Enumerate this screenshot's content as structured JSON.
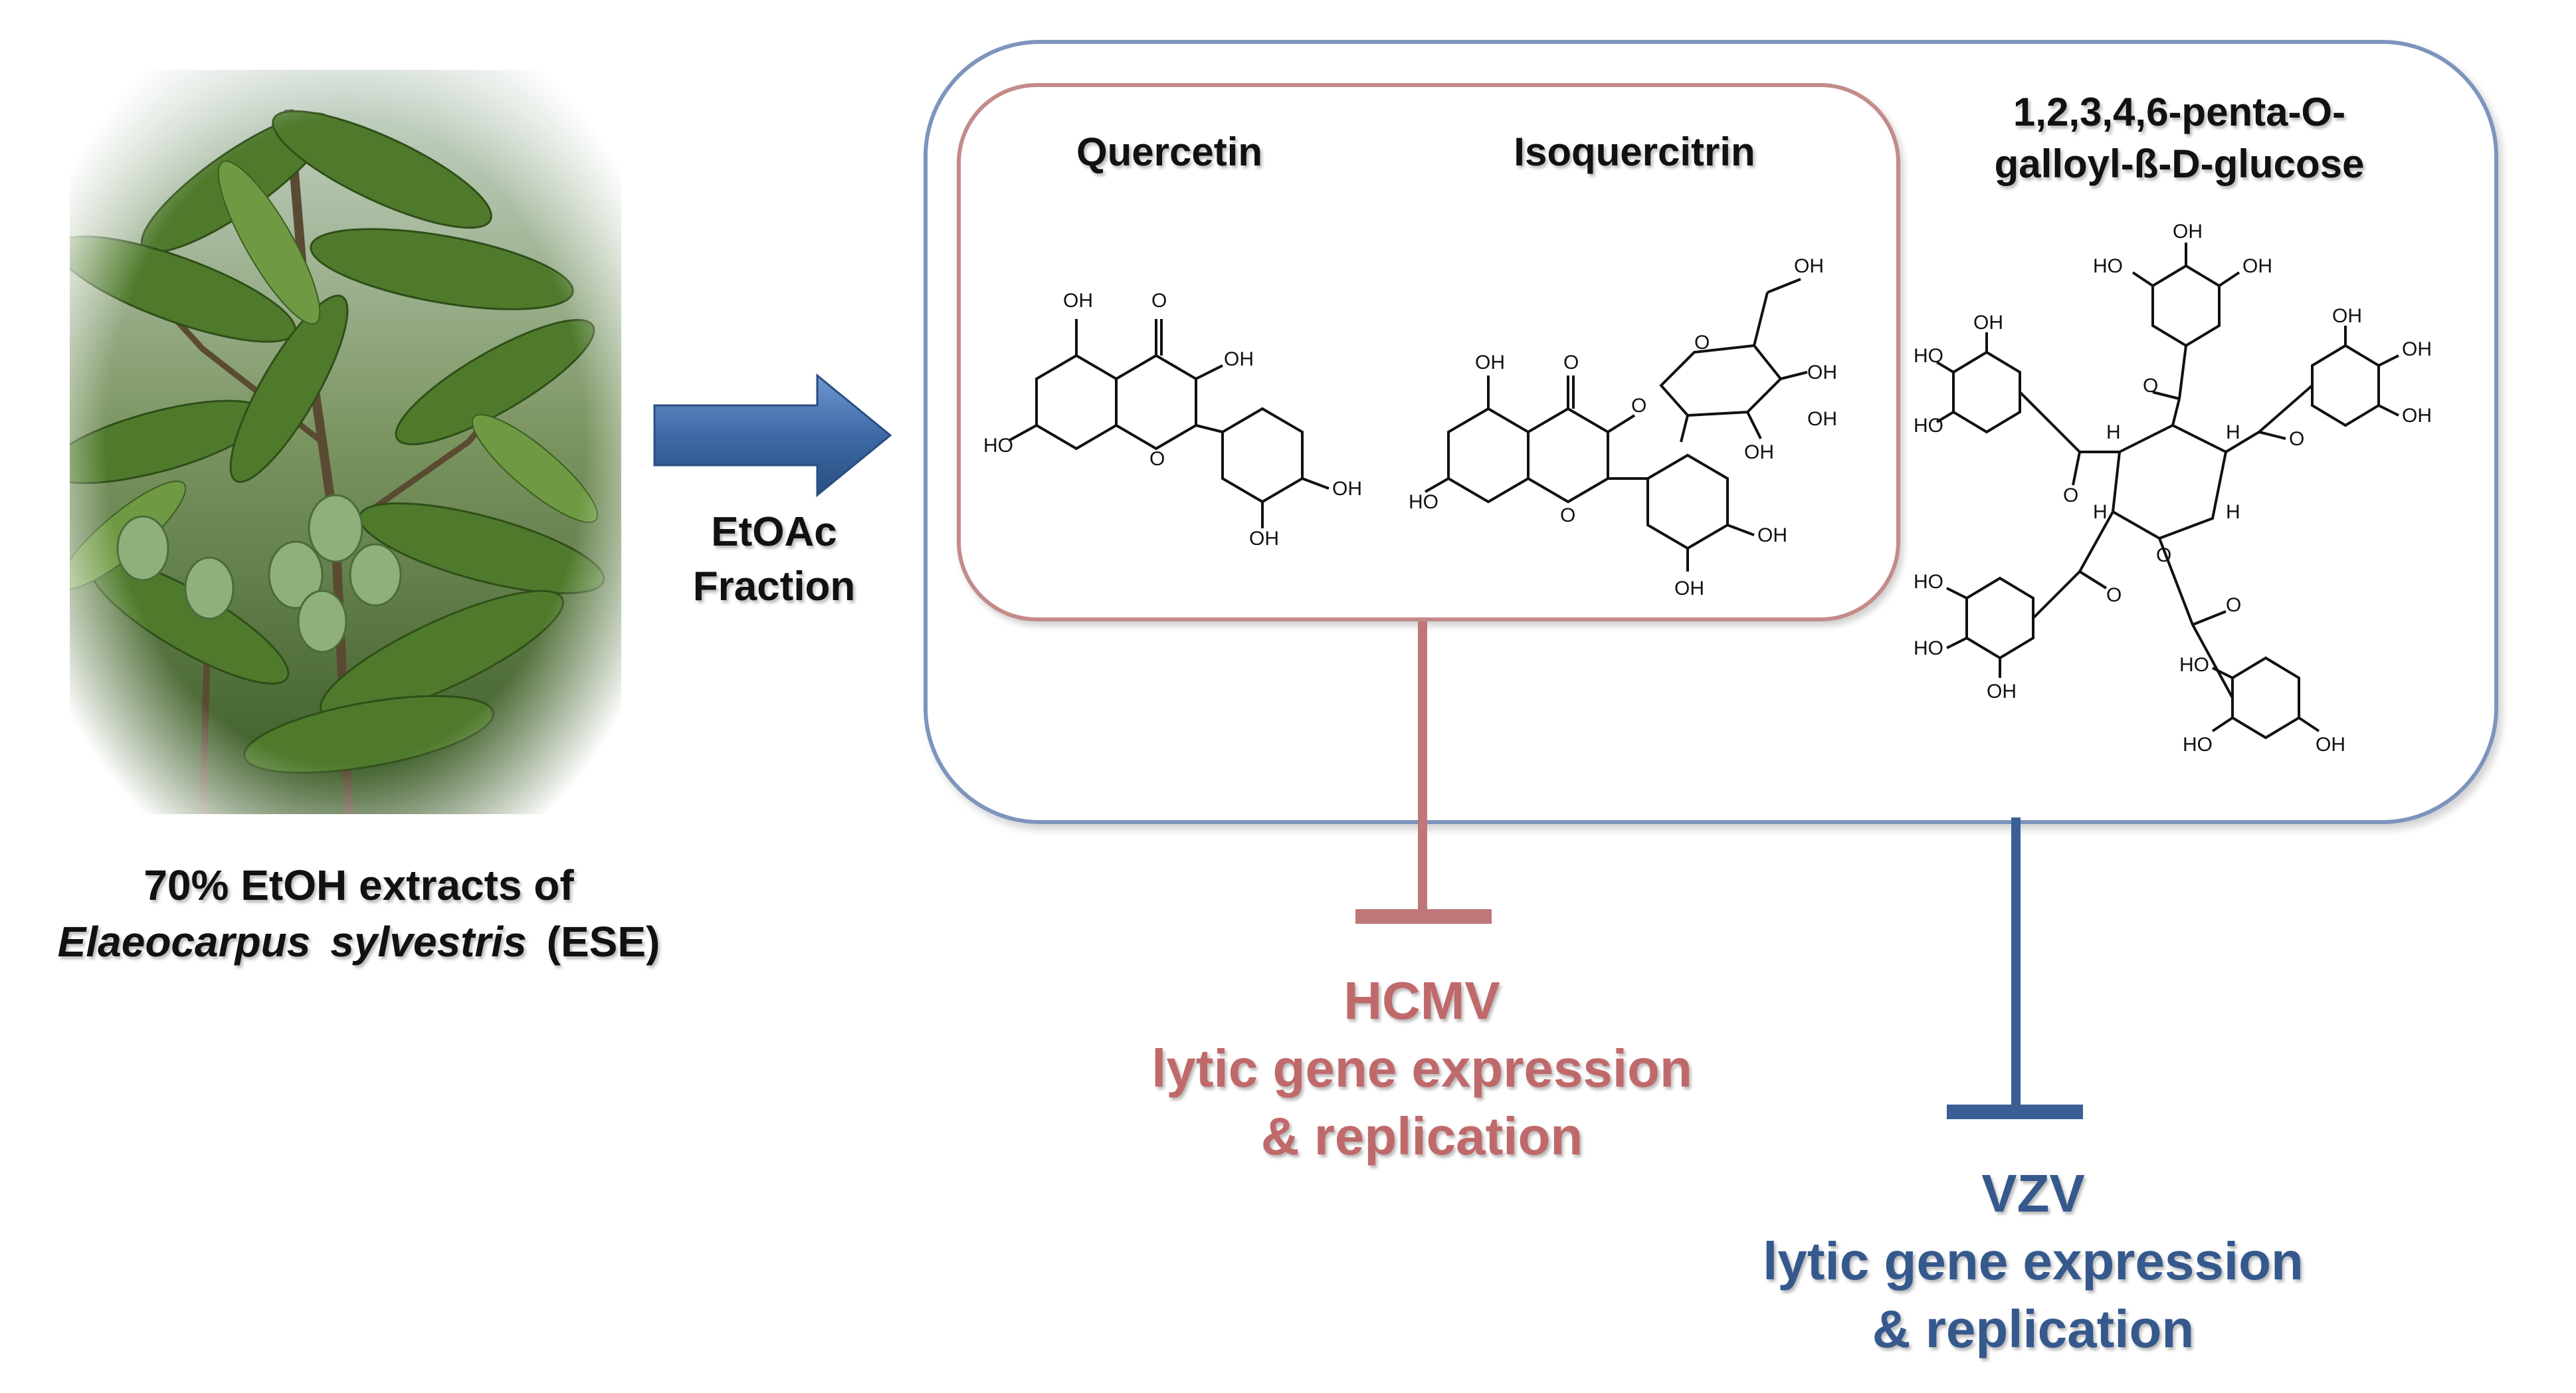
{
  "caption": {
    "line1": "70% EtOH extracts of",
    "genus": "Elaeocarpus",
    "species": "sylvestris",
    "abbrev": "(ESE)"
  },
  "arrow": {
    "label_line1": "EtOAc",
    "label_line2": "Fraction",
    "color": "#3d6aa6"
  },
  "compounds": {
    "quercetin": "Quercetin",
    "isoquercitrin": "Isoquercitrin",
    "pgg_line1": "1,2,3,4,6-penta-O-",
    "pgg_line2": "galloyl-ß-D-glucose"
  },
  "structure_labels": {
    "oh": "OH",
    "ho": "HO",
    "o": "O",
    "h": "H"
  },
  "effects": {
    "hcmv": {
      "virus": "HCMV",
      "line2": "lytic gene expression",
      "line3": "& replication",
      "color": "#c0696b"
    },
    "vzv": {
      "virus": "VZV",
      "line2": "lytic gene expression",
      "line3": "& replication",
      "color": "#35598c"
    }
  },
  "colors": {
    "outer_box": "#7d94bd",
    "inner_box": "#c48b8b"
  },
  "photo": {
    "subject": "Elaeocarpus sylvestris branch with leaves and green fruits"
  }
}
